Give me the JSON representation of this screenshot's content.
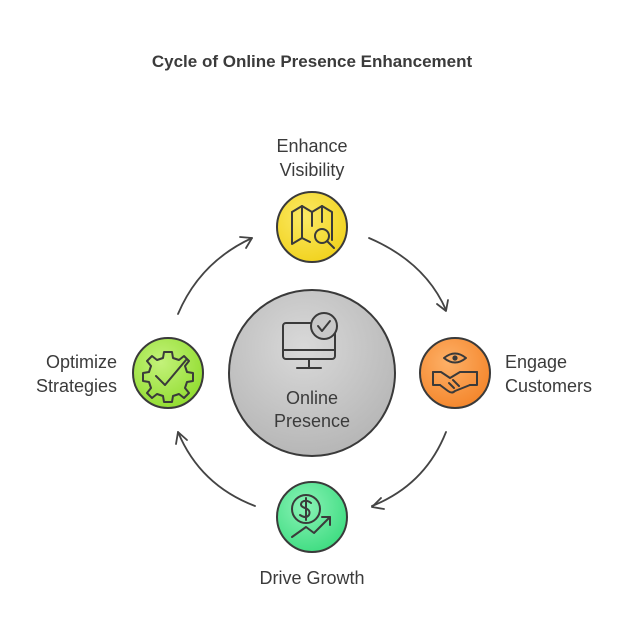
{
  "title": "Cycle of Online Presence Enhancement",
  "center": {
    "line1": "Online",
    "line2": "Presence",
    "icon": "monitor-check-icon"
  },
  "nodes": {
    "top": {
      "line1": "Enhance",
      "line2": "Visibility",
      "icon": "map-search-icon",
      "color": "#f5df3a"
    },
    "right": {
      "line1": "Engage",
      "line2": "Customers",
      "icon": "handshake-eye-icon",
      "color": "#f7963f"
    },
    "bottom": {
      "line1": "Drive Growth",
      "icon": "dollar-growth-icon",
      "color": "#5ee89a"
    },
    "left": {
      "line1": "Optimize",
      "line2": "Strategies",
      "icon": "gear-check-icon",
      "color": "#a8e84c"
    }
  },
  "colors": {
    "center_fill": "#c8c8c8",
    "stroke": "#3a3a3a"
  }
}
